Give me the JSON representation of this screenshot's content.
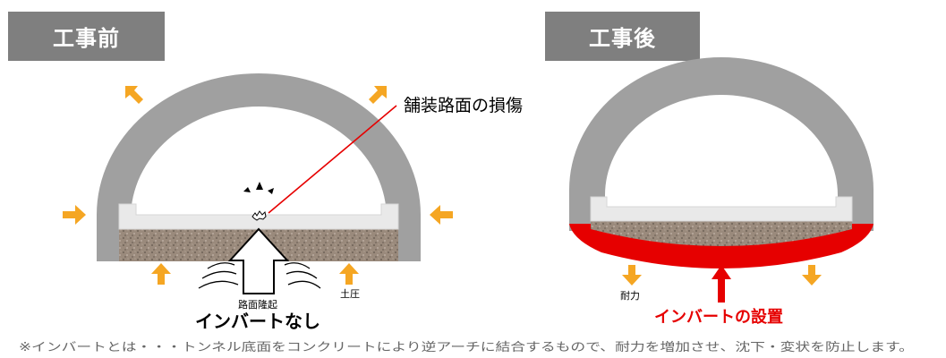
{
  "before": {
    "title": "工事前",
    "callout": "舗装路面の損傷",
    "heave_label": "路面隆起",
    "earth_pressure_label": "土圧",
    "no_invert": "インバートなし"
  },
  "after": {
    "title": "工事後",
    "endurance_label": "耐力",
    "invert_installed": "インバートの設置"
  },
  "footnote": "※インバートとは・・・トンネル底面をコンクリートにより逆アーチに結合するもので、耐力を増加させ、沈下・変状を防止します。",
  "colors": {
    "label_bg": "#7f7f7f",
    "lining": "#a0a0a0",
    "road": "#e9e9e9",
    "ground": "#9a8a7c",
    "arrow": "#f5a623",
    "invert": "#e60000",
    "callout_line": "#e60000"
  }
}
